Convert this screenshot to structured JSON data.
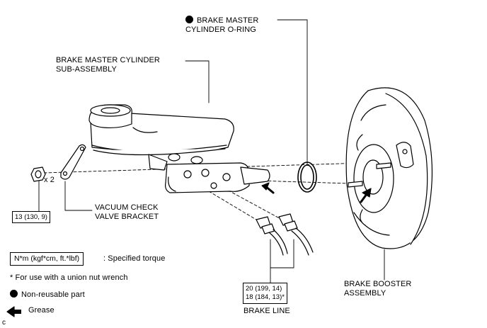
{
  "labels": {
    "oring_line1": "BRAKE MASTER",
    "oring_line2": "CYLINDER O-RING",
    "master_line1": "BRAKE MASTER CYLINDER",
    "master_line2": "SUB-ASSEMBLY",
    "times_two": "x 2",
    "vacuum_line1": "VACUUM CHECK",
    "vacuum_line2": "VALVE BRACKET",
    "booster_line1": "BRAKE BOOSTER",
    "booster_line2": "ASSEMBLY",
    "brake_line": "BRAKE LINE"
  },
  "torque": {
    "nut": "13 (130, 9)",
    "line_a": "20 (199, 14)",
    "line_b": "18 (184, 13)*"
  },
  "legend": {
    "unit_box": "N*m (kgf*cm, ft.*lbf)",
    "unit_desc": ": Specified torque",
    "union_note": "* For use with a union nut wrench",
    "nonreusable": "Non-reusable part",
    "grease": "Grease",
    "corner": "c"
  }
}
